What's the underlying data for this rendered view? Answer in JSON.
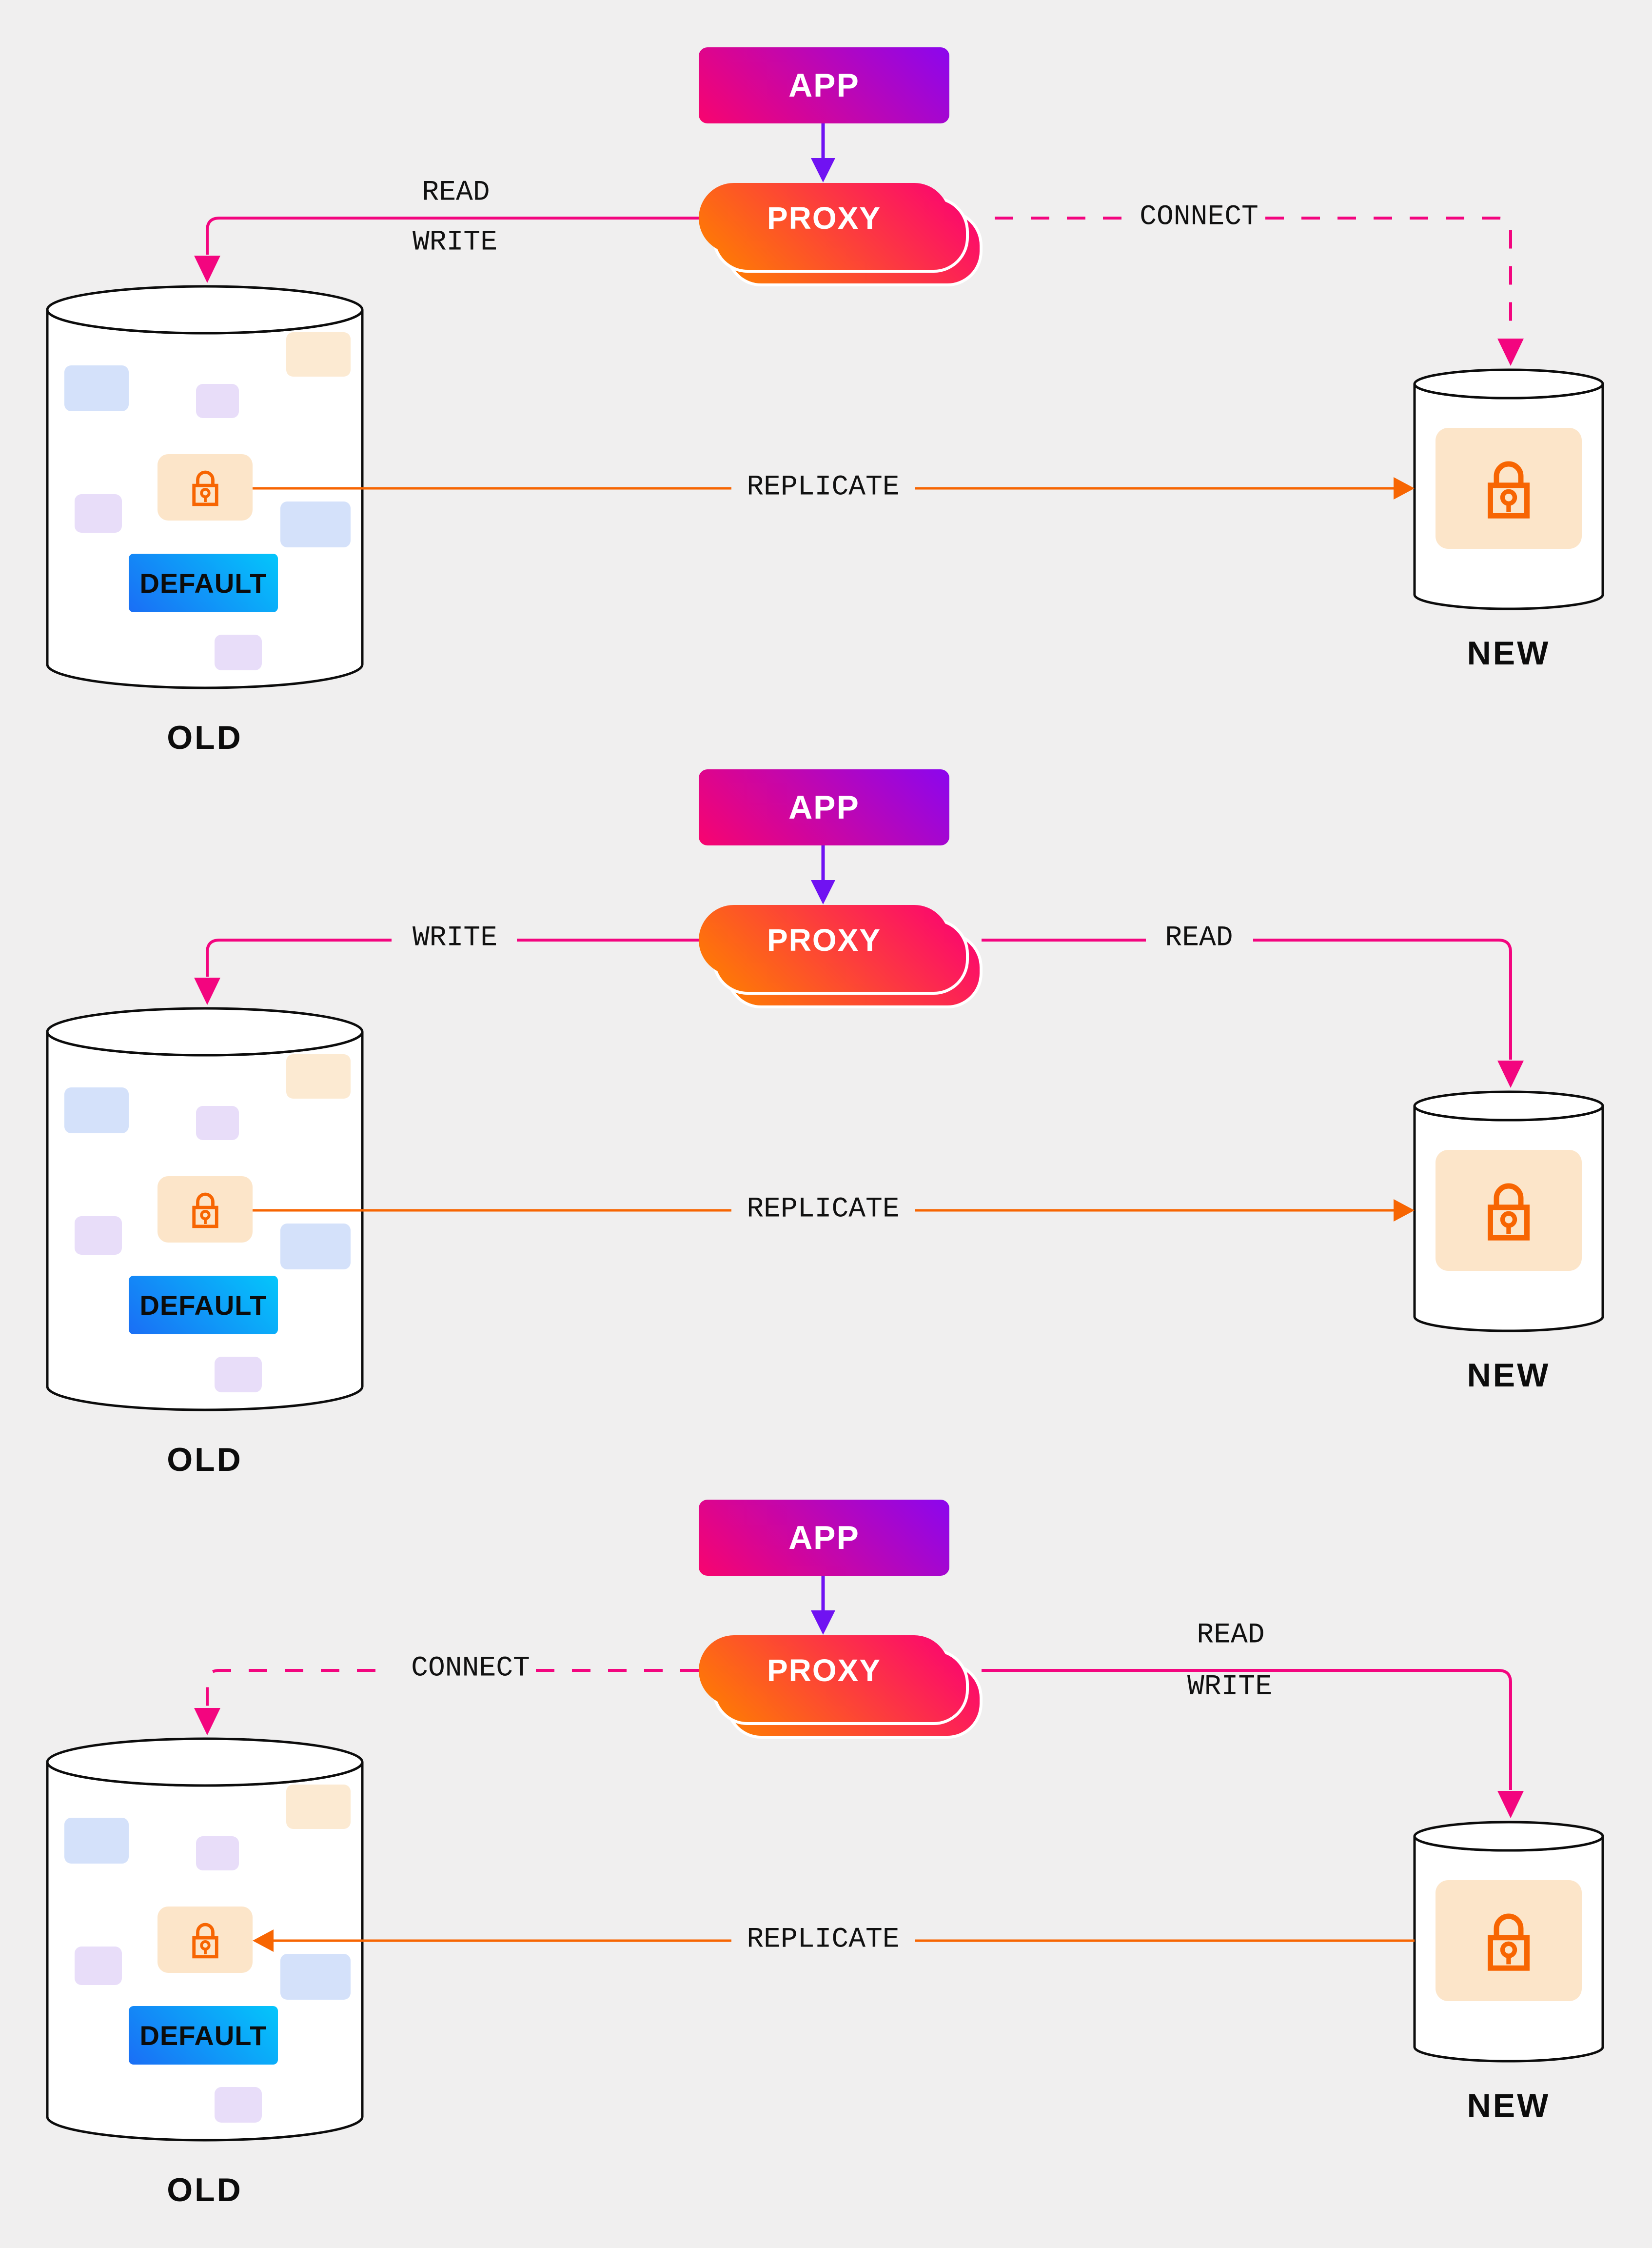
{
  "background": "#f0efef",
  "colors": {
    "pink_line": "#f3057f",
    "orange_line": "#f76502",
    "purple_arrow": "#7012f2",
    "app_gradient_start": "#f8056e",
    "app_gradient_end": "#8b06ee",
    "proxy_gradient_start": "#fe7e01",
    "proxy_gradient_end": "#fb0570",
    "default_gradient_start": "#1a6ef5",
    "default_gradient_end": "#04c6fb",
    "lock_badge_bg": "#fce5c9",
    "block_blue": "#d4e1fa",
    "block_purple": "#e8ddf9",
    "block_peach": "#fcead2"
  },
  "icons": {
    "lock": "padlock-outline"
  },
  "panels": [
    {
      "app_label": "APP",
      "proxy_label": "PROXY",
      "old_label": "OLD",
      "new_label": "NEW",
      "default_label": "DEFAULT",
      "replicate_label": "REPLICATE",
      "left_connector": {
        "style": "solid",
        "target": "OLD",
        "labels": [
          "READ",
          "WRITE"
        ]
      },
      "right_connector": {
        "style": "dashed",
        "target": "NEW",
        "labels": [
          "CONNECT"
        ]
      },
      "replicate_direction": "old-to-new"
    },
    {
      "app_label": "APP",
      "proxy_label": "PROXY",
      "old_label": "OLD",
      "new_label": "NEW",
      "default_label": "DEFAULT",
      "replicate_label": "REPLICATE",
      "left_connector": {
        "style": "solid",
        "target": "OLD",
        "labels": [
          "WRITE"
        ]
      },
      "right_connector": {
        "style": "solid",
        "target": "NEW",
        "labels": [
          "READ"
        ]
      },
      "replicate_direction": "old-to-new"
    },
    {
      "app_label": "APP",
      "proxy_label": "PROXY",
      "old_label": "OLD",
      "new_label": "NEW",
      "default_label": "DEFAULT",
      "replicate_label": "REPLICATE",
      "left_connector": {
        "style": "dashed",
        "target": "OLD",
        "labels": [
          "CONNECT"
        ]
      },
      "right_connector": {
        "style": "solid",
        "target": "NEW",
        "labels": [
          "READ",
          "WRITE"
        ]
      },
      "replicate_direction": "new-to-old"
    }
  ]
}
